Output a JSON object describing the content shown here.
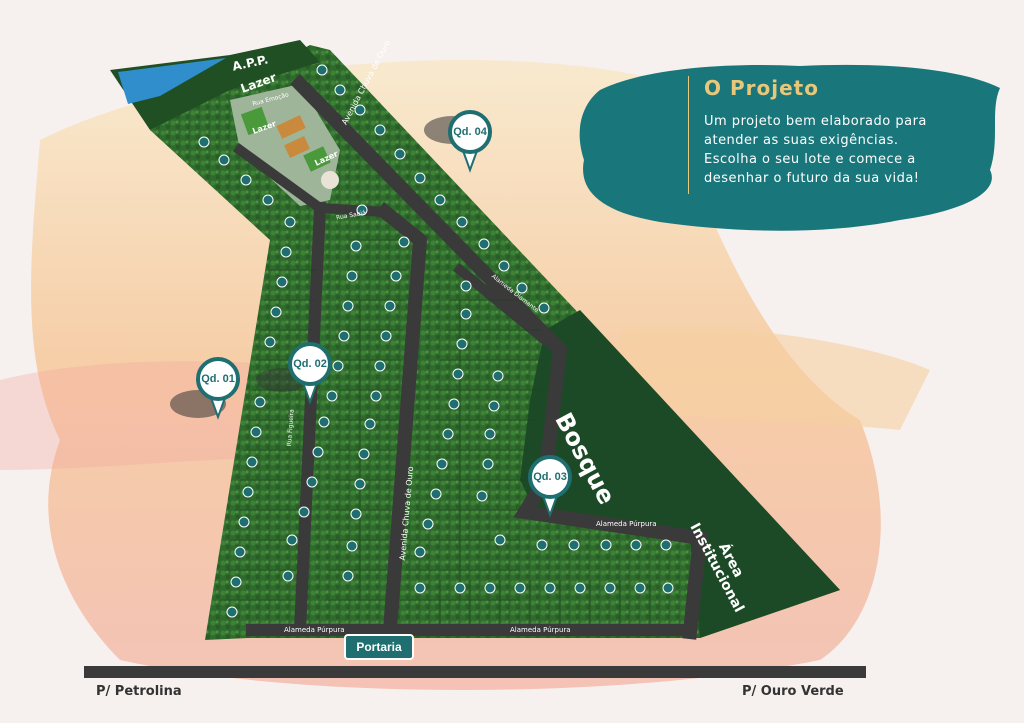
{
  "project": {
    "title": "O Projeto",
    "description": "Um projeto bem elaborado para atender as suas exigências. Escolha o seu lote e comece a desenhar o futuro da sua vida!"
  },
  "areas": {
    "app": "A.P.P.",
    "lazer": "Lazer",
    "lazer_inner_1": "Lazer",
    "lazer_inner_2": "Lazer",
    "bosque": "Bosque",
    "area_institucional": "Área Institucional"
  },
  "quadras": [
    "Qd. 01",
    "Qd. 02",
    "Qd. 03",
    "Qd. 04"
  ],
  "streets": {
    "avenida_chuva_de_ouro": "Avenida Chuva de Ouro",
    "alameda_purpura": "Alameda Púrpura",
    "rua_sabia": "Rua Sabiá",
    "rua_emocao": "Rua Emoção",
    "rua_figueira": "Rua Figueira",
    "alameda_diamante": "Alameda Diamante"
  },
  "portaria": "Portaria",
  "directions": {
    "left": "P/ Petrolina",
    "right": "P/ Ouro Verde"
  },
  "colors": {
    "forest": "#2f6b2c",
    "forest_dark": "#1f4f23",
    "bosque": "#1d4a26",
    "road": "#3a3a3a",
    "teal": "#1f6e70",
    "water": "#2f8ecb",
    "gold": "#e8c77a",
    "peach": "#f4b787"
  }
}
